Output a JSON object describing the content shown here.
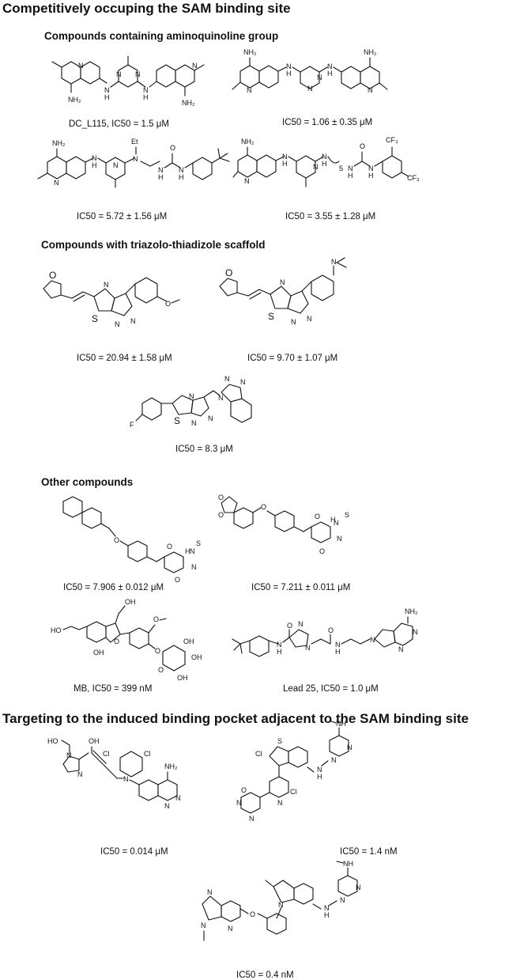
{
  "sections": {
    "sam_site": "Competitively occuping the SAM binding site",
    "induced_pocket": "Targeting to the induced binding pocket adjacent to the SAM binding site"
  },
  "groups": {
    "aminoquinoline": "Compounds containing aminoquinoline group",
    "triazolo": "Compounds with triazolo-thiadizole scaffold",
    "other": "Other compounds"
  },
  "captions": {
    "c1": "DC_L115, IC50 = 1.5 μM",
    "c2": "IC50 = 1.06 ± 0.35 μM",
    "c3": "IC50 = 5.72 ± 1.56 μM",
    "c4": "IC50 = 3.55 ± 1.28 μM",
    "c5": "IC50 = 20.94 ± 1.58 μM",
    "c6": "IC50 = 9.70 ± 1.07 μM",
    "c7": "IC50 = 8.3 μM",
    "c8": "IC50 = 7.906 ± 0.012 μM",
    "c9": "IC50 = 7.211 ± 0.011 μM",
    "c10": "MB, IC50 = 399 nM",
    "c11": "Lead 25, IC50 = 1.0 μM",
    "c12": "IC50 = 0.014 μM",
    "c13": "IC50 = 1.4 nM",
    "c14": "IC50 = 0.4 nM"
  },
  "atom_labels": {
    "nh2": "NH₂",
    "n": "N",
    "nh": "N\nH",
    "h": "H",
    "et": "Et",
    "cf3": "CF₃",
    "o": "O",
    "s": "S",
    "f": "F",
    "oh": "OH",
    "ho": "HO",
    "cl": "Cl",
    "nhme": "NH",
    "n_sub5": "5",
    "o_dbl": "O"
  }
}
